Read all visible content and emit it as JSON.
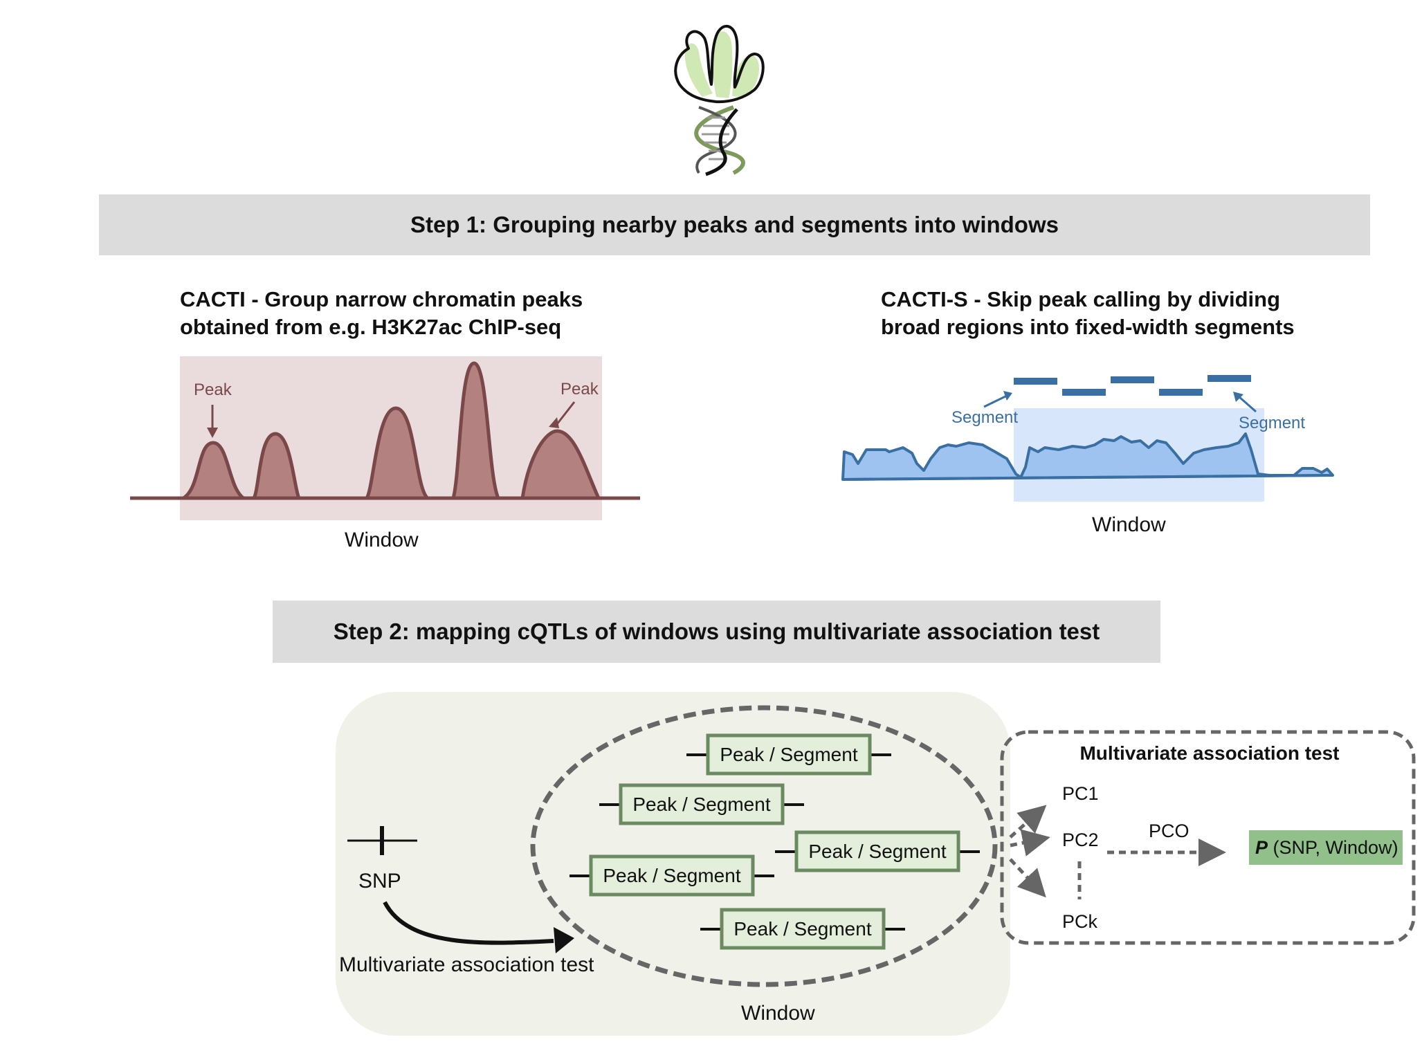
{
  "step1": {
    "title": "Step 1: Grouping nearby peaks and segments into windows",
    "cacti": {
      "heading_line1": "CACTI - Group narrow chromatin peaks",
      "heading_line2": "obtained from e.g. H3K27ac ChIP-seq",
      "peak_label_left": "Peak",
      "peak_label_right": "Peak",
      "window_label": "Window"
    },
    "cacti_s": {
      "heading_line1": "CACTI-S - Skip peak calling by dividing",
      "heading_line2": "broad regions into fixed-width segments",
      "segment_label_left": "Segment",
      "segment_label_right": "Segment",
      "window_label": "Window"
    }
  },
  "step2": {
    "title": "Step 2: mapping cQTLs of windows using multivariate association test",
    "snp_label": "SNP",
    "test_label": "Multivariate association test",
    "window_label": "Window",
    "peak_segments": [
      "Peak / Segment",
      "Peak / Segment",
      "Peak / Segment",
      "Peak / Segment",
      "Peak / Segment"
    ],
    "box": {
      "title": "Multivariate association test",
      "pc1": "PC1",
      "pc2": "PC2",
      "pck": "PCk",
      "pco": "PCO",
      "result_p": "P",
      "result_rest": " (SNP, Window)"
    }
  },
  "colors": {
    "peak_fill": "#b48181",
    "peak_stroke": "#7a4848",
    "window_bg_left": "#eadcdc",
    "segment_blue": "#3a6fa3",
    "signal_fill": "#9ec3f0",
    "window_bg_right": "#d8e6fb",
    "step2_bg": "#f0f2ea",
    "peak_box_fill": "#e3eedb",
    "peak_box_stroke": "#6c8a62",
    "result_fill": "#92c08b",
    "logo_leaf": "#cfe8b4",
    "logo_vine": "#7d9a5c",
    "banner_bg": "#dcdcdc"
  }
}
